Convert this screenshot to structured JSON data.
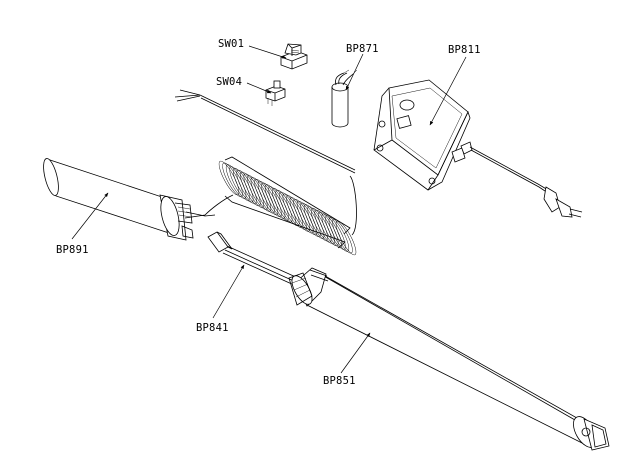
{
  "diagram": {
    "labels": {
      "sw01": "SW01",
      "sw04": "SW04",
      "bp871": "BP871",
      "bp811": "BP811",
      "bp891": "BP891",
      "bp841": "BP841",
      "bp851": "BP851"
    }
  }
}
